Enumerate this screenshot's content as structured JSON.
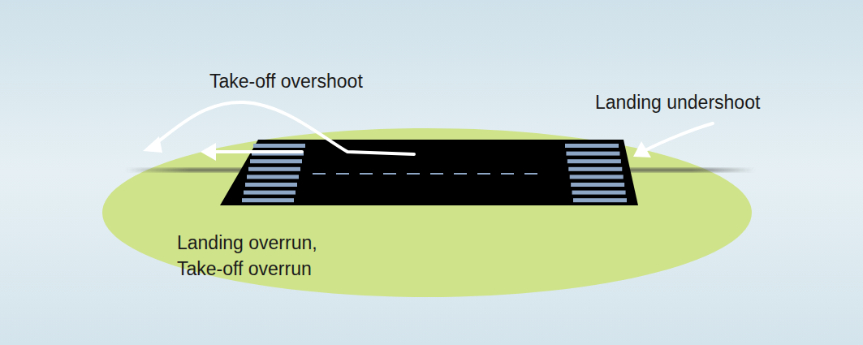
{
  "diagram": {
    "labels": [
      "Take-off overshoot",
      "Landing undershoot",
      "Landing overrun, Take-off overrun"
    ]
  }
}
